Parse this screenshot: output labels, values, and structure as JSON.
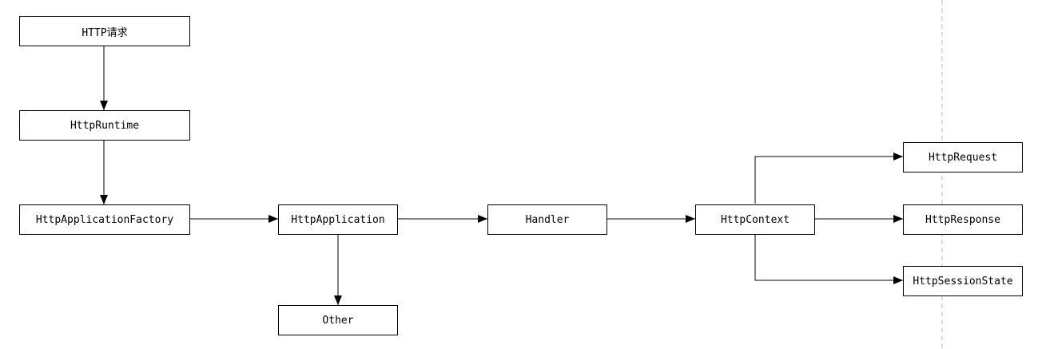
{
  "nodes": {
    "http_request": "HTTP请求",
    "http_runtime": "HttpRuntime",
    "http_application_factory": "HttpApplicationFactory",
    "http_application": "HttpApplication",
    "other": "Other",
    "handler": "Handler",
    "http_context": "HttpContext",
    "http_request_obj": "HttpRequest",
    "http_response": "HttpResponse",
    "http_session_state": "HttpSessionState"
  },
  "edges": [
    {
      "from": "HTTP请求",
      "to": "HttpRuntime"
    },
    {
      "from": "HttpRuntime",
      "to": "HttpApplicationFactory"
    },
    {
      "from": "HttpApplicationFactory",
      "to": "HttpApplication"
    },
    {
      "from": "HttpApplication",
      "to": "Other"
    },
    {
      "from": "HttpApplication",
      "to": "Handler"
    },
    {
      "from": "Handler",
      "to": "HttpContext"
    },
    {
      "from": "HttpContext",
      "to": "HttpRequest"
    },
    {
      "from": "HttpContext",
      "to": "HttpResponse"
    },
    {
      "from": "HttpContext",
      "to": "HttpSessionState"
    }
  ]
}
